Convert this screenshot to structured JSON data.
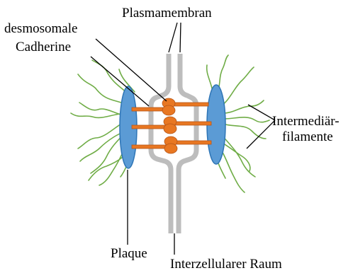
{
  "labels": {
    "plasma_membrane": "Plasmamembran",
    "desmo_line1": "desmosomale",
    "desmo_line2": "Cadherine",
    "intermediate_line1": "Intermediär-",
    "intermediate_line2": "filamente",
    "plaque": "Plaque",
    "intercellular_space": "Interzellularer Raum"
  },
  "colors": {
    "membrane": "#bdbdbd",
    "cadherin": "#e87722",
    "cadherin_outline": "#b5561a",
    "plaque": "#5b9bd5",
    "plaque_outline": "#2e75b6",
    "filament": "#70ad47",
    "leader_line": "#000000"
  }
}
